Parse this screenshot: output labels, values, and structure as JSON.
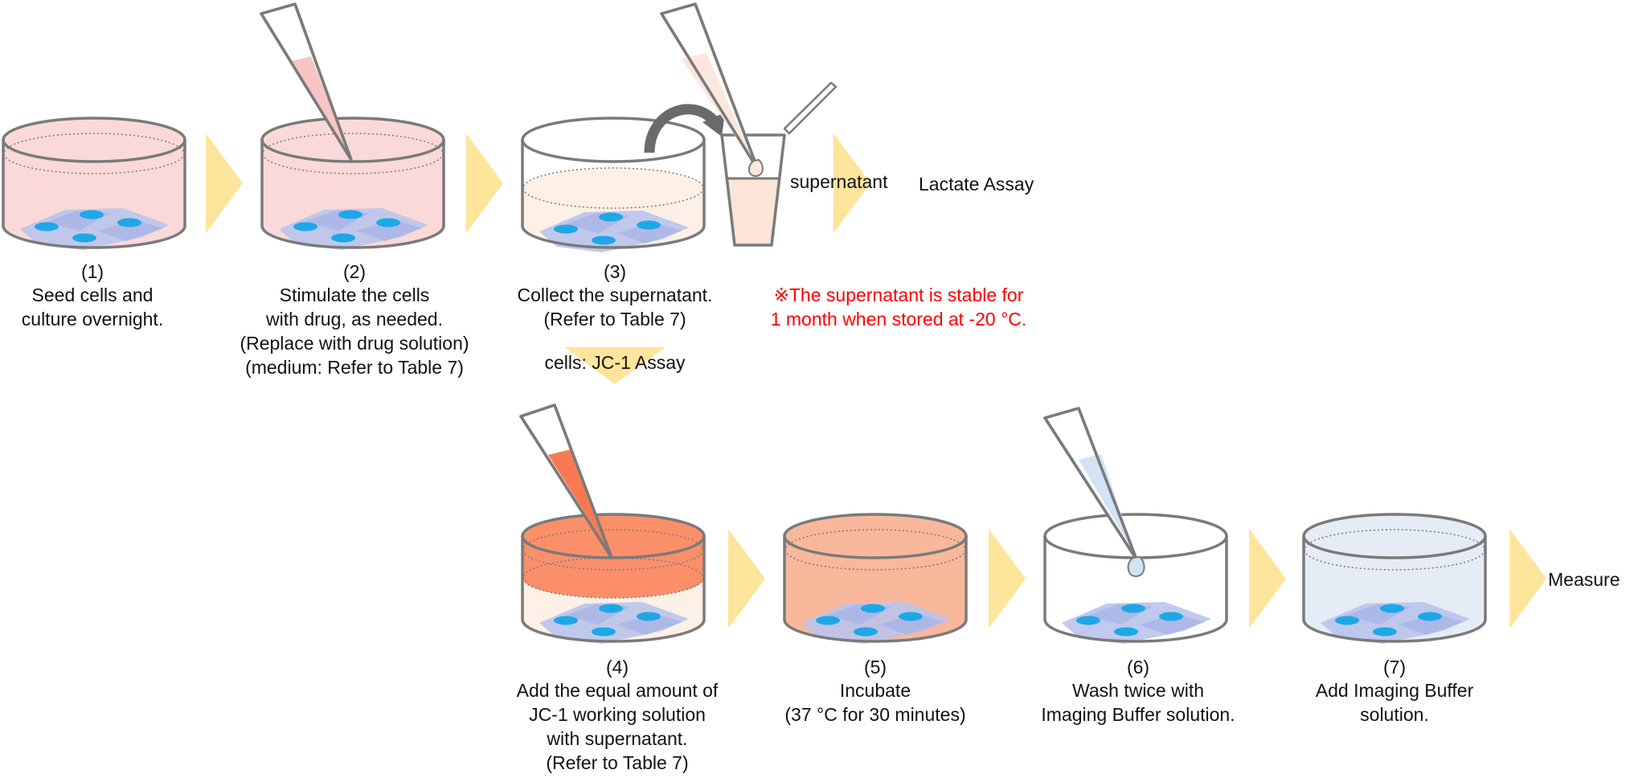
{
  "steps": [
    {
      "num": "(1)",
      "lines": [
        "Seed cells and",
        "culture overnight."
      ]
    },
    {
      "num": "(2)",
      "lines": [
        "Stimulate the cells",
        "with drug, as needed.",
        "(Replace with drug solution)",
        "(medium: Refer to Table 7)"
      ]
    },
    {
      "num": "(3)",
      "lines": [
        "Collect the supernatant.",
        "(Refer to Table 7)"
      ]
    },
    {
      "num": "(4)",
      "lines": [
        "Add the equal amount of",
        "JC-1 working solution",
        "with supernatant.",
        "(Refer to Table 7)"
      ]
    },
    {
      "num": "(5)",
      "lines": [
        "Incubate",
        "(37 °C for 30 minutes)"
      ]
    },
    {
      "num": "(6)",
      "lines": [
        "Wash twice with",
        "Imaging Buffer solution."
      ]
    },
    {
      "num": "(7)",
      "lines": [
        "Add Imaging Buffer",
        "solution."
      ]
    }
  ],
  "labels": {
    "supernatant": "supernatant",
    "lactate_assay": "Lactate Assay",
    "cells_jc1": "cells: JC-1 Assay",
    "measure": "Measure"
  },
  "note": {
    "lines": [
      "※The supernatant is stable for",
      "1 month when stored at -20 °C."
    ]
  },
  "colors": {
    "arrow": "#ffe49b",
    "dish_outline": "#7a7a7a",
    "medium_pink": "#fbd9d9",
    "medium_pale": "#fdf0e6",
    "medium_orange": "#fb8f6a",
    "medium_salmon": "#f9b89c",
    "buffer_blue": "#e6ecf6",
    "drug_pink": "#f8c4c4",
    "jc1_orange": "#f97a52",
    "buffer_tip": "#d2e4f4",
    "nucleus": "#1ea7e6",
    "cell_body": "#b9c4ec",
    "curved_arrow": "#6a6a6a",
    "note_text": "#ff0000"
  }
}
